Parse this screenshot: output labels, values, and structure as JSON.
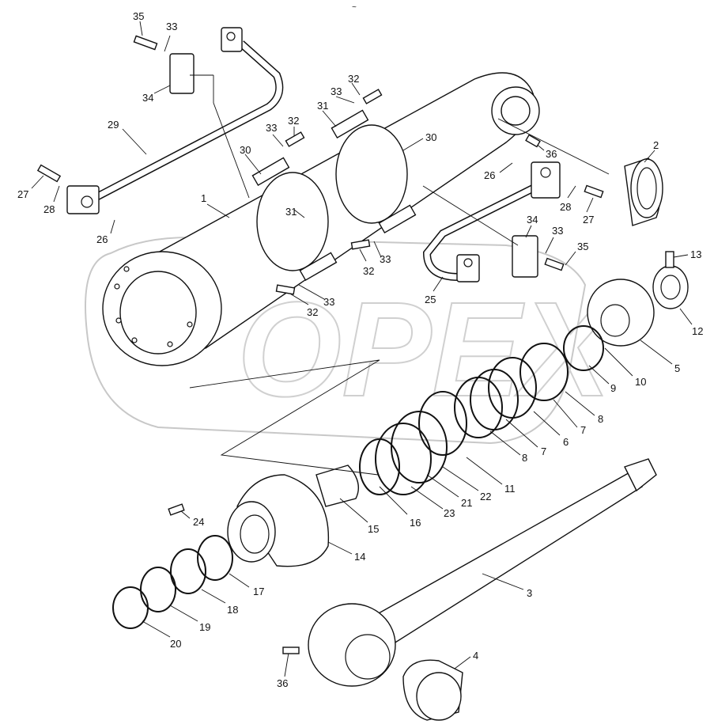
{
  "diagram": {
    "watermark": "OPEX",
    "top_mark": "~",
    "callouts": [
      {
        "id": "c1",
        "label": "1"
      },
      {
        "id": "c2",
        "label": "2"
      },
      {
        "id": "c3",
        "label": "3"
      },
      {
        "id": "c4",
        "label": "4"
      },
      {
        "id": "c5",
        "label": "5"
      },
      {
        "id": "c6",
        "label": "6"
      },
      {
        "id": "c7a",
        "label": "7"
      },
      {
        "id": "c7b",
        "label": "7"
      },
      {
        "id": "c8a",
        "label": "8"
      },
      {
        "id": "c8b",
        "label": "8"
      },
      {
        "id": "c9",
        "label": "9"
      },
      {
        "id": "c10",
        "label": "10"
      },
      {
        "id": "c11",
        "label": "11"
      },
      {
        "id": "c12",
        "label": "12"
      },
      {
        "id": "c13",
        "label": "13"
      },
      {
        "id": "c14",
        "label": "14"
      },
      {
        "id": "c15",
        "label": "15"
      },
      {
        "id": "c16",
        "label": "16"
      },
      {
        "id": "c17",
        "label": "17"
      },
      {
        "id": "c18",
        "label": "18"
      },
      {
        "id": "c19",
        "label": "19"
      },
      {
        "id": "c20",
        "label": "20"
      },
      {
        "id": "c21",
        "label": "21"
      },
      {
        "id": "c22",
        "label": "22"
      },
      {
        "id": "c23",
        "label": "23"
      },
      {
        "id": "c24",
        "label": "24"
      },
      {
        "id": "c25",
        "label": "25"
      },
      {
        "id": "c26a",
        "label": "26"
      },
      {
        "id": "c26b",
        "label": "26"
      },
      {
        "id": "c27a",
        "label": "27"
      },
      {
        "id": "c27b",
        "label": "27"
      },
      {
        "id": "c28a",
        "label": "28"
      },
      {
        "id": "c28b",
        "label": "28"
      },
      {
        "id": "c29",
        "label": "29"
      },
      {
        "id": "c30a",
        "label": "30"
      },
      {
        "id": "c30b",
        "label": "30"
      },
      {
        "id": "c31a",
        "label": "31"
      },
      {
        "id": "c31b",
        "label": "31"
      },
      {
        "id": "c32a",
        "label": "32"
      },
      {
        "id": "c32b",
        "label": "32"
      },
      {
        "id": "c32c",
        "label": "32"
      },
      {
        "id": "c32d",
        "label": "32"
      },
      {
        "id": "c33a",
        "label": "33"
      },
      {
        "id": "c33b",
        "label": "33"
      },
      {
        "id": "c33c",
        "label": "33"
      },
      {
        "id": "c33d",
        "label": "33"
      },
      {
        "id": "c33e",
        "label": "33"
      },
      {
        "id": "c33f",
        "label": "33"
      },
      {
        "id": "c34a",
        "label": "34"
      },
      {
        "id": "c34b",
        "label": "34"
      },
      {
        "id": "c35a",
        "label": "35"
      },
      {
        "id": "c35b",
        "label": "35"
      },
      {
        "id": "c36a",
        "label": "36"
      },
      {
        "id": "c36b",
        "label": "36"
      }
    ]
  }
}
